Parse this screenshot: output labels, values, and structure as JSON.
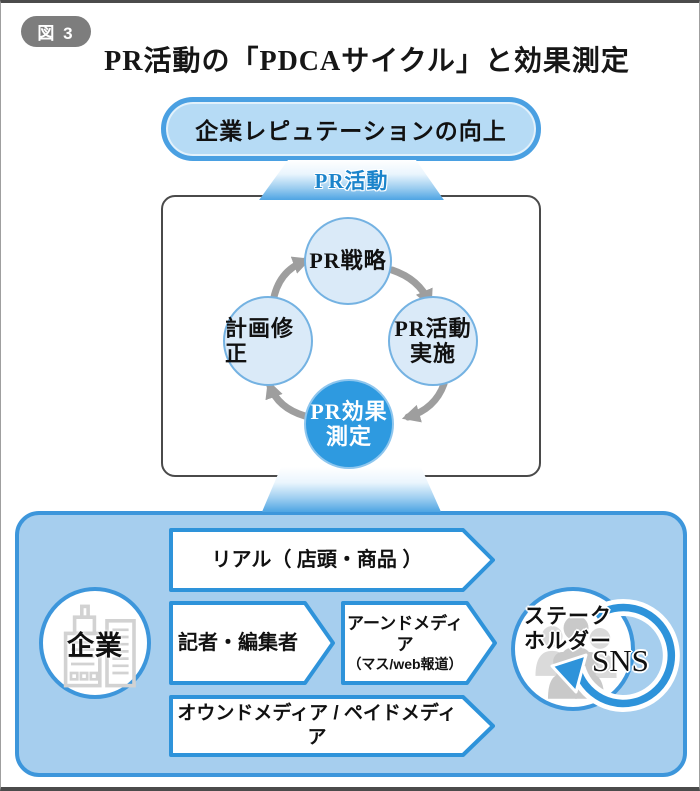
{
  "figure_badge": "図 3",
  "title": "PR活動の「PDCAサイクル」と効果測定",
  "outcome_pill": "企業レピュテーションの向上",
  "funnel_label": "PR活動",
  "cycle": {
    "strategy": "PR戦略",
    "implement_line1": "PR活動",
    "implement_line2": "実施",
    "measure_line1": "PR効果",
    "measure_line2": "測定",
    "revise": "計画修正"
  },
  "bottom_panel": {
    "company_label": "企業",
    "real_channel": "リアル（ 店頭・商品 ）",
    "press_channel": "記者・編集者",
    "earned_line1": "アーンドメディア",
    "earned_line2": "（マス/web報道）",
    "owned_paid_channel": "オウンドメディア / ペイドメディア",
    "stakeholder_line1": "ステーク",
    "stakeholder_line2": "ホルダー",
    "sns_label": "SNS"
  },
  "colors": {
    "accent_blue": "#2e93da",
    "pill_border": "#4aa0e2",
    "pill_fill": "#b6dbf5",
    "panel_fill": "#a6ceee",
    "panel_border": "#3d96db",
    "cycle_fill": "#daeaf8",
    "cycle_active_fill": "#2e9ae0",
    "arrow_gray": "#9e9e9e",
    "badge_gray": "#7d7d7d",
    "icon_gray": "#d2d2d2"
  }
}
